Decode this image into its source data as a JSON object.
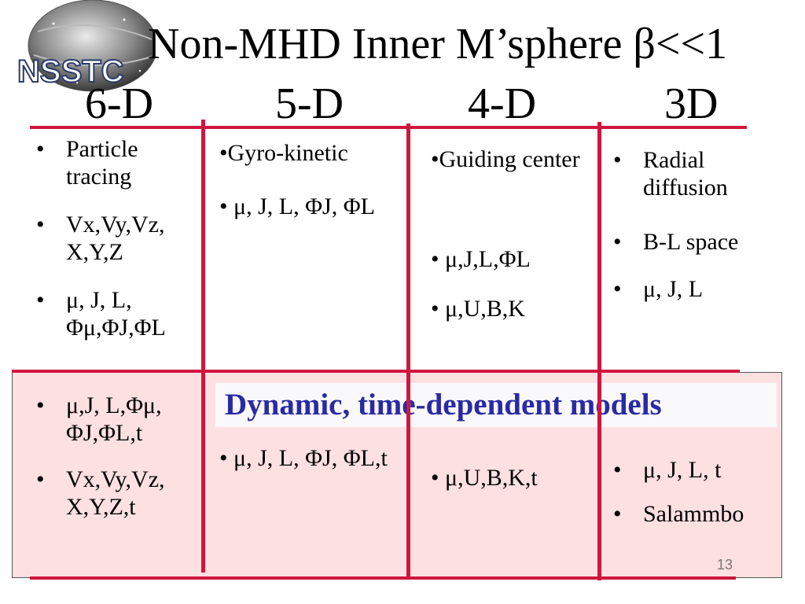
{
  "logo": {
    "text": "NSSTC"
  },
  "title": "Non-MHD Inner M’sphere β<<1",
  "dimensions": [
    "6-D",
    "5-D",
    "4-D",
    "3D"
  ],
  "columns": [
    {
      "upper_items": [
        {
          "lines": [
            "Particle",
            "tracing"
          ]
        },
        {
          "lines": [
            "Vx,Vy,Vz,",
            "X,Y,Z"
          ]
        },
        {
          "lines": [
            " μ, J, L,",
            "Φμ,ΦJ,ΦL"
          ]
        }
      ],
      "lower_items": [
        {
          "lines": [
            " μ,J, L,Φμ,",
            "ΦJ,ΦL,t"
          ]
        },
        {
          "lines": [
            "Vx,Vy,Vz,",
            "X,Y,Z,t"
          ]
        }
      ]
    },
    {
      "upper_items": [
        {
          "text": "•Gyro-kinetic"
        },
        {
          "text": "• μ, J, L, ΦJ, ΦL"
        }
      ],
      "lower_items": [
        {
          "text": "• μ, J, L, ΦJ, ΦL,t"
        }
      ]
    },
    {
      "upper_items": [
        {
          "text": "•Guiding center"
        },
        {
          "text": "• μ,J,L,ΦL"
        },
        {
          "text": "• μ,U,B,K"
        }
      ],
      "lower_items": [
        {
          "text": "• μ,U,B,K,t"
        }
      ]
    },
    {
      "upper_items": [
        {
          "lines": [
            "Radial",
            "diffusion"
          ]
        },
        {
          "text": "B-L space"
        },
        {
          "text": " μ, J, L"
        }
      ],
      "lower_items": [
        {
          "text": " μ, J, L, t"
        },
        {
          "text": "Salammbo"
        }
      ]
    }
  ],
  "banner": "Dynamic, time-dependent models",
  "page_number": "13",
  "colors": {
    "divider": "#d0163e",
    "banner_text": "#2a2aa6",
    "lower_panel": "#fde0e2"
  }
}
